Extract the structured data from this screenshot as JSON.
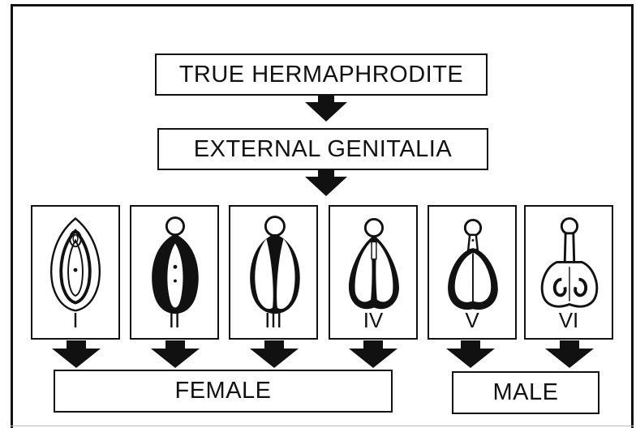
{
  "title": "TRUE HERMAPHRODITE",
  "subtitle": "EXTERNAL GENITALIA",
  "stages": [
    {
      "numeral": "I",
      "icon": "female-genitalia-icon"
    },
    {
      "numeral": "II",
      "icon": "partially-fused-genitalia-icon"
    },
    {
      "numeral": "III",
      "icon": "partially-fused-genitalia-icon"
    },
    {
      "numeral": "IV",
      "icon": "bifid-scrotum-icon"
    },
    {
      "numeral": "V",
      "icon": "fused-scrotum-icon"
    },
    {
      "numeral": "VI",
      "icon": "male-genitalia-icon"
    }
  ],
  "outcomes": {
    "female": "FEMALE",
    "male": "MALE"
  }
}
